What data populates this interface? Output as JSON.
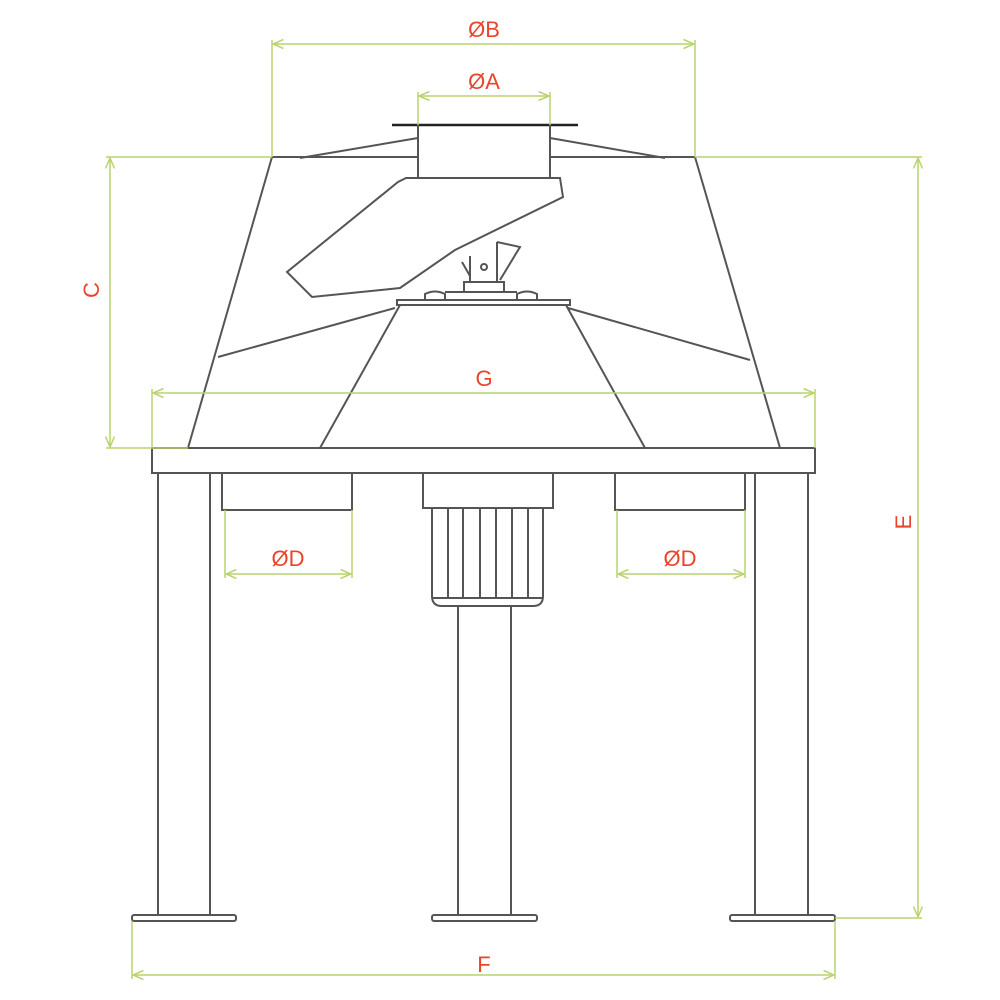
{
  "labels": {
    "dim_b": "ØB",
    "dim_a": "ØA",
    "dim_c": "C",
    "dim_g": "G",
    "dim_d_left": "ØD",
    "dim_d_right": "ØD",
    "dim_e": "E",
    "dim_f": "F"
  },
  "colors": {
    "dimension": "#b9d46e",
    "label": "#e8452c",
    "outline": "#555555"
  }
}
